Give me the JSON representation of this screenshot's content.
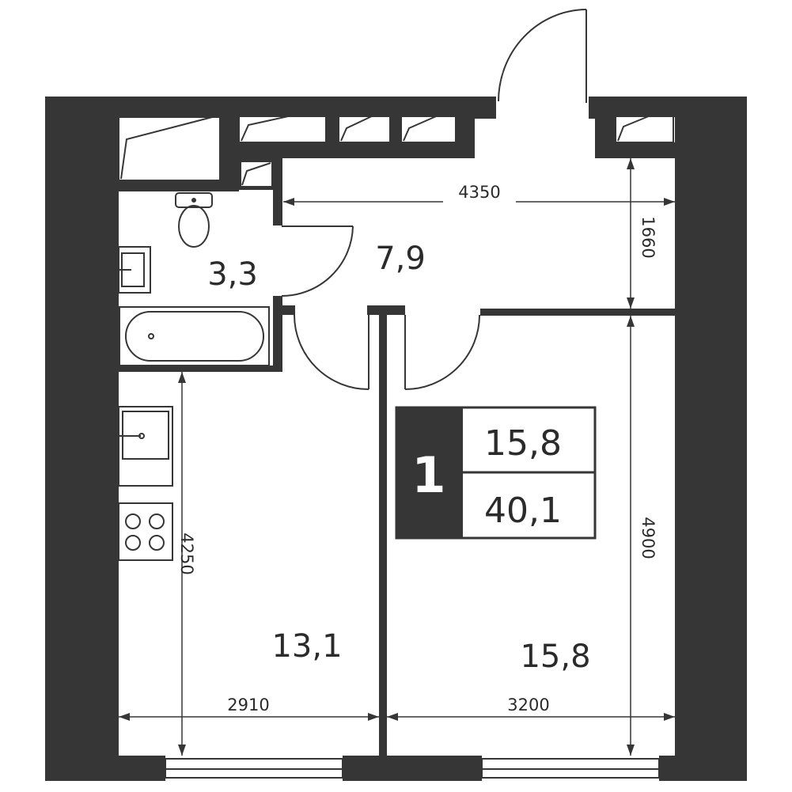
{
  "rooms": {
    "bathroom_area": "3,3",
    "hall_area": "7,9",
    "kitchen_living_area": "13,1",
    "bedroom_area": "15,8"
  },
  "dimensions": {
    "hall_width": "4350",
    "hall_depth": "1660",
    "kitchen_depth": "4250",
    "bedroom_depth": "4900",
    "kitchen_width": "2910",
    "bedroom_width": "3200"
  },
  "summary_badge": {
    "rooms_count": "1",
    "living_area": "15,8",
    "total_area": "40,1"
  },
  "colors": {
    "wall": "#363636",
    "background": "#ffffff"
  }
}
